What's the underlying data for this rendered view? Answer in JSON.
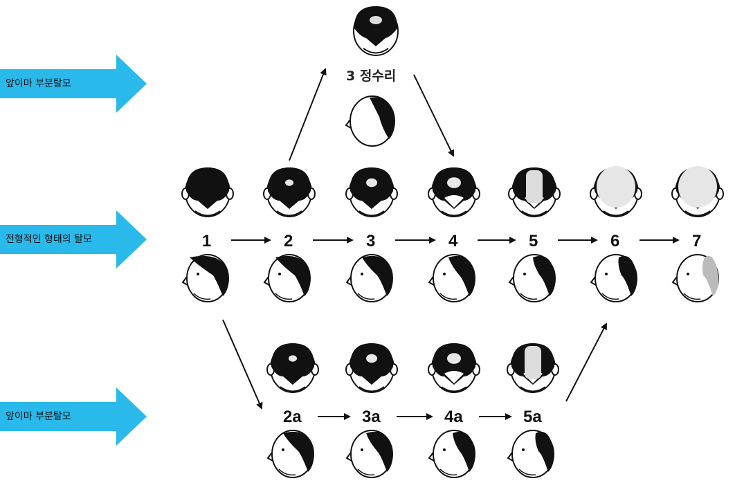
{
  "bands": [
    {
      "label": "앞이마 부분탈모"
    },
    {
      "label": "전형적인 형태의 탈모"
    },
    {
      "label": "앞이마 부분탈모"
    }
  ],
  "arrow_color": "#29B9EA",
  "vertex_stage": {
    "label": "3 정수리"
  },
  "main_stages": [
    "1",
    "2",
    "3",
    "4",
    "5",
    "6",
    "7"
  ],
  "anterior_stages": [
    "2a",
    "3a",
    "4a",
    "5a"
  ]
}
